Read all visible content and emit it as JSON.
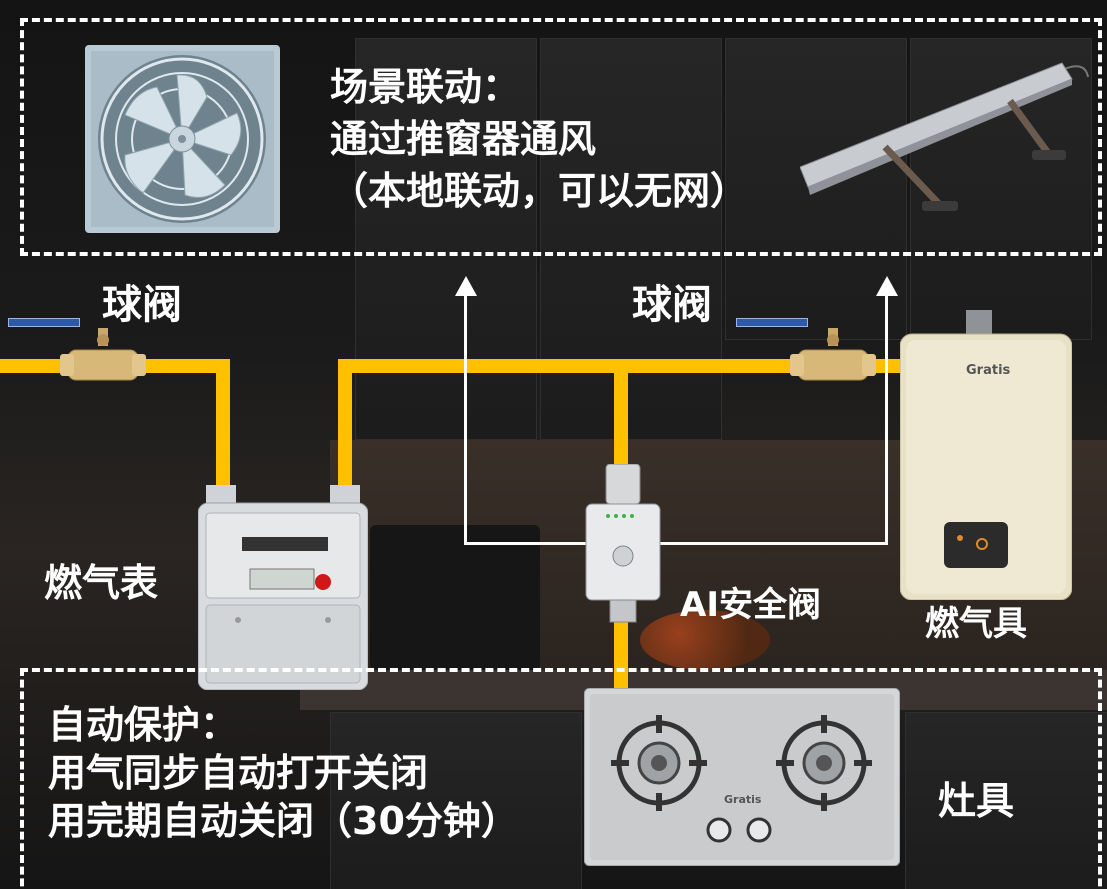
{
  "scene_linkage": {
    "title": "场景联动：",
    "line1": "通过推窗器通风",
    "line2": "（本地联动，可以无网）"
  },
  "auto_protect": {
    "title": "自动保护：",
    "line1": "用气同步自动打开关闭",
    "line2": "用完期自动关闭（30分钟）"
  },
  "labels": {
    "ball_valve_left": "球阀",
    "ball_valve_right": "球阀",
    "gas_meter": "燃气表",
    "ai_valve": "AI安全阀",
    "gas_appliance": "燃气具",
    "stove": "灶具"
  },
  "device_text": {
    "heater_brand": "Gratis",
    "stove_brand": "Gratis"
  },
  "colors": {
    "pipe": "#ffc000",
    "dashed_border": "#ffffff",
    "arrow": "#ffffff"
  }
}
